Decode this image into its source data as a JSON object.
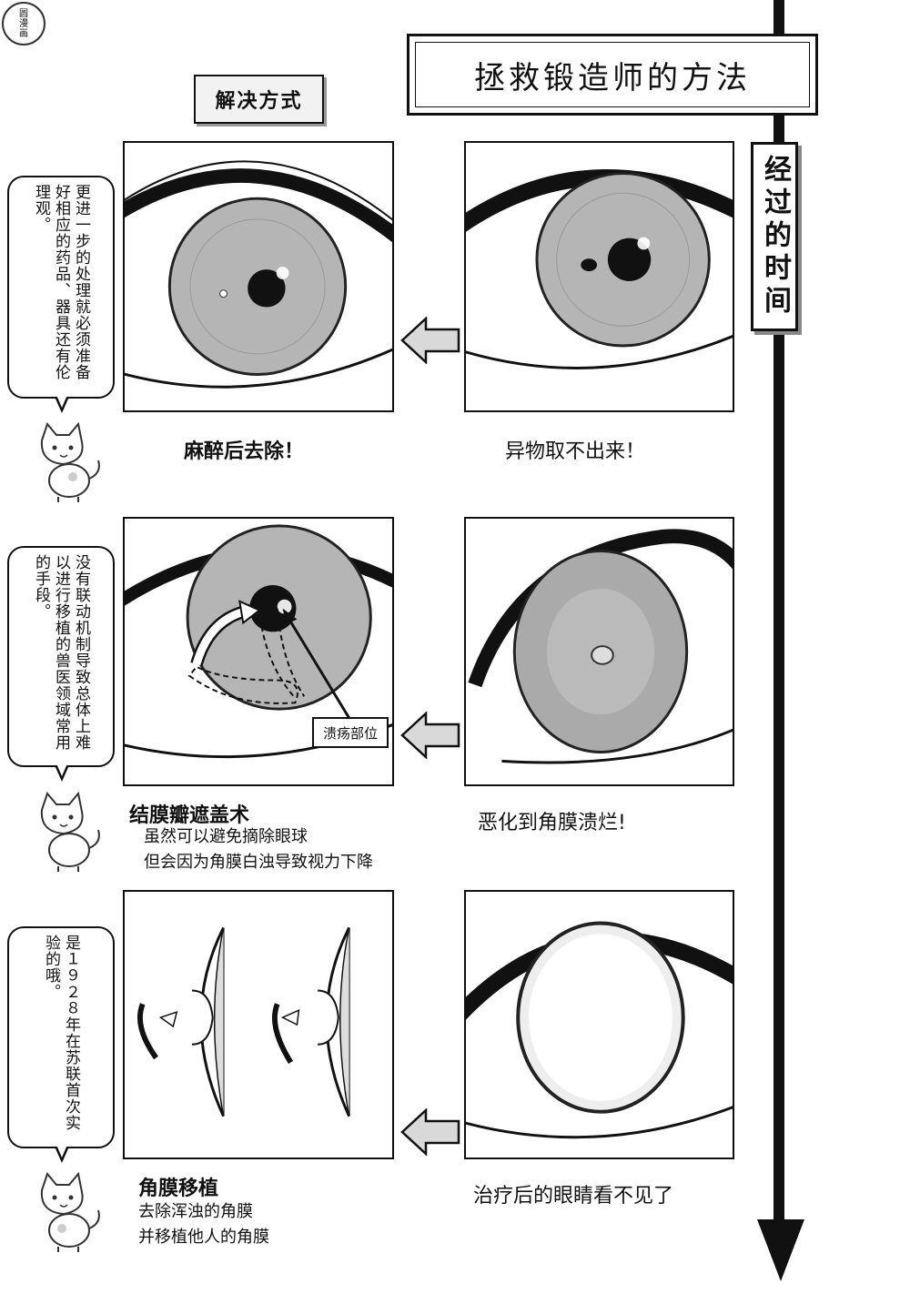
{
  "logo_text": "圆\n漫\n画",
  "title": "拯救锻造师的方法",
  "label_solution": "解决方式",
  "label_time": "经过的时间",
  "rows": [
    {
      "right_caption": "异物取不出来！",
      "left_caption": "麻醉后去除！",
      "left_sub": [],
      "bubble": "更进一步的处理就必须准备好相应的药品、器具还有伦理观。"
    },
    {
      "right_caption": "恶化到角膜溃烂!",
      "left_caption": "结膜瓣遮盖术",
      "left_sub": [
        "虽然可以避免摘除眼球",
        "但会因为角膜白浊导致视力下降"
      ],
      "bubble": "没有联动机制导致总体上难以进行移植的兽医领域常用的手段。",
      "annotation": "溃疡部位"
    },
    {
      "right_caption": "治疗后的眼睛看不见了",
      "left_caption": "角膜移植",
      "left_sub": [
        "去除浑浊的角膜",
        "并移植他人的角膜"
      ],
      "bubble": "是１９２８年在苏联首次实验的哦。"
    }
  ],
  "colors": {
    "ink": "#111111",
    "iris": "#b5b5b5",
    "arrow_fill": "#d9d9d9"
  }
}
